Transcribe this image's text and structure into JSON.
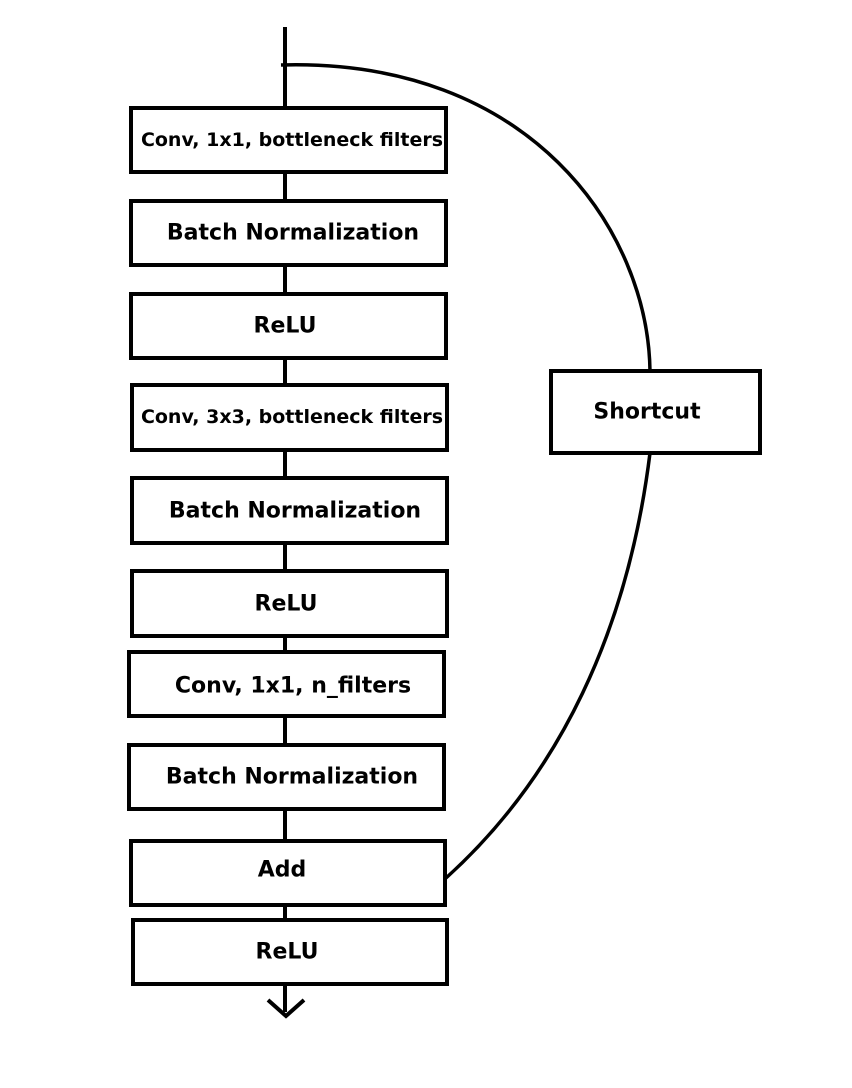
{
  "diagram": {
    "colors": {
      "stroke": "#000000",
      "fill": "#ffffff",
      "text": "#000000"
    },
    "blocks": [
      {
        "id": "conv1",
        "label": "Conv, 1x1, bottleneck filters"
      },
      {
        "id": "bn1",
        "label": "Batch Normalization"
      },
      {
        "id": "relu1",
        "label": "ReLU"
      },
      {
        "id": "conv2",
        "label": "Conv, 3x3, bottleneck filters"
      },
      {
        "id": "bn2",
        "label": "Batch Normalization"
      },
      {
        "id": "relu2",
        "label": "ReLU"
      },
      {
        "id": "conv3",
        "label": "Conv, 1x1, n_filters"
      },
      {
        "id": "bn3",
        "label": "Batch Normalization"
      },
      {
        "id": "add",
        "label": "Add"
      },
      {
        "id": "relu3",
        "label": "ReLU"
      }
    ],
    "shortcut": {
      "label": "Shortcut"
    }
  }
}
